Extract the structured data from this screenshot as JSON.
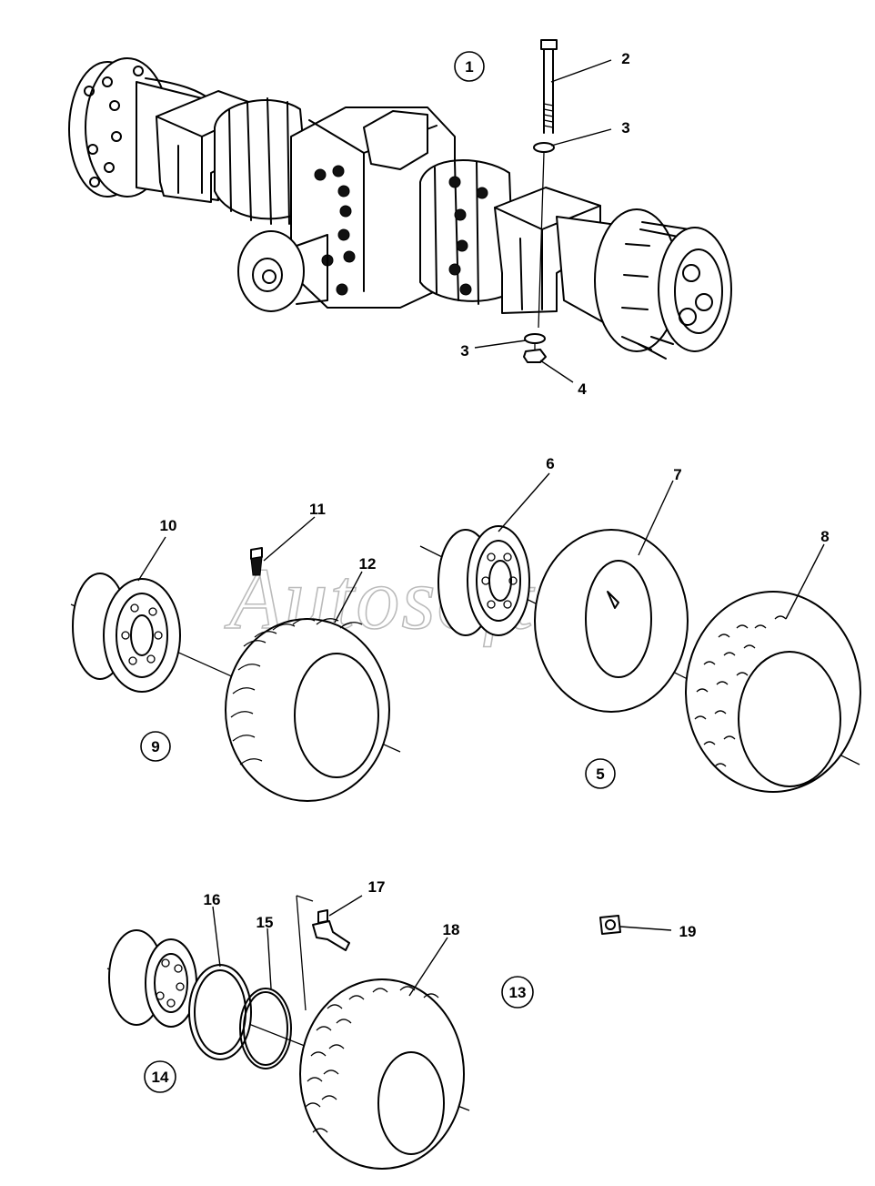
{
  "watermark": "Autosoft",
  "callouts": {
    "c1": "1",
    "c2": "2",
    "c3a": "3",
    "c3b": "3",
    "c4": "4",
    "c5": "5",
    "c6": "6",
    "c7": "7",
    "c8": "8",
    "c9": "9",
    "c10": "10",
    "c11": "11",
    "c12": "12",
    "c13": "13",
    "c14": "14",
    "c15": "15",
    "c16": "16",
    "c17": "17",
    "c18": "18",
    "c19": "19"
  }
}
